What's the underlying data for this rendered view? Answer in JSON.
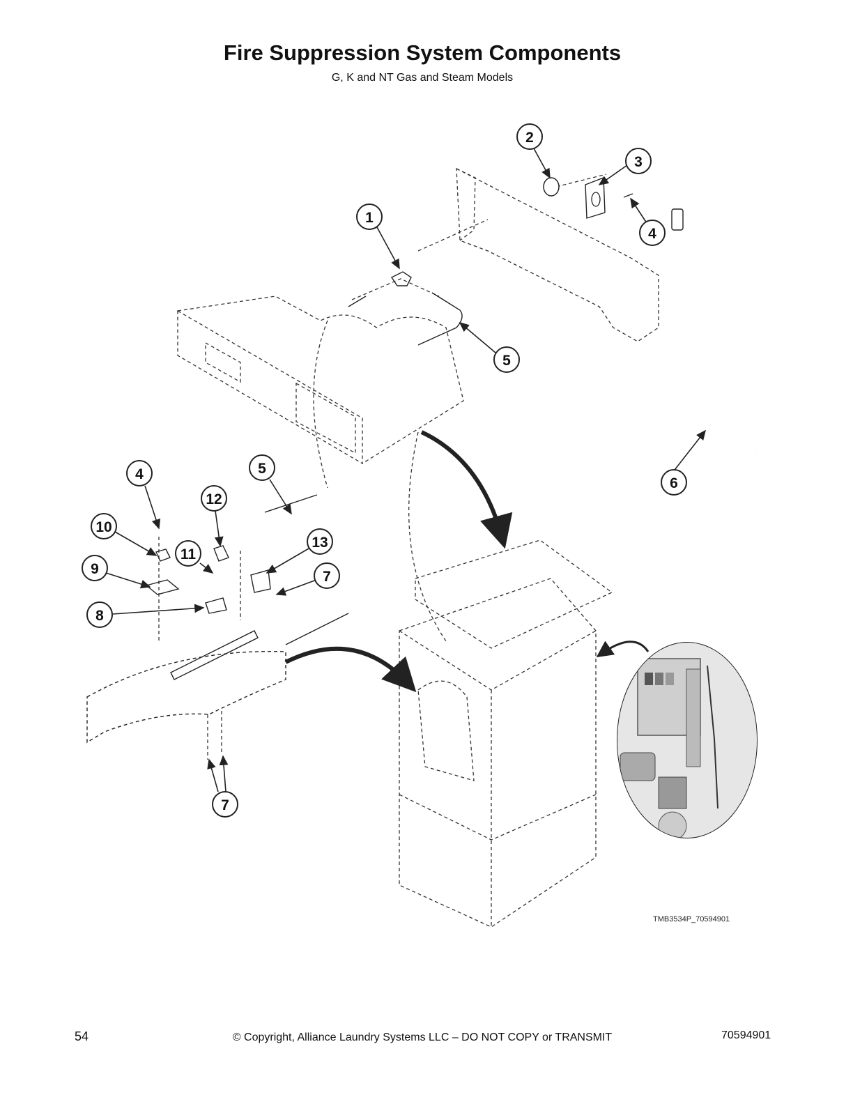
{
  "header": {
    "title": "Fire Suppression System Components",
    "subtitle": "G, K and NT Gas and Steam Models"
  },
  "callouts": [
    {
      "id": "c1",
      "label": "1"
    },
    {
      "id": "c2",
      "label": "2"
    },
    {
      "id": "c3",
      "label": "3"
    },
    {
      "id": "c4a",
      "label": "4"
    },
    {
      "id": "c5a",
      "label": "5"
    },
    {
      "id": "c6",
      "label": "6"
    },
    {
      "id": "c4b",
      "label": "4"
    },
    {
      "id": "c5b",
      "label": "5"
    },
    {
      "id": "c12",
      "label": "12"
    },
    {
      "id": "c10",
      "label": "10"
    },
    {
      "id": "c11",
      "label": "11"
    },
    {
      "id": "c13",
      "label": "13"
    },
    {
      "id": "c9",
      "label": "9"
    },
    {
      "id": "c7a",
      "label": "7"
    },
    {
      "id": "c8",
      "label": "8"
    },
    {
      "id": "c7b",
      "label": "7"
    }
  ],
  "drawing_id": "TMB3534P_70594901",
  "footer": {
    "page_number": "54",
    "copyright": "© Copyright, Alliance Laundry Systems LLC – DO NOT COPY or TRANSMIT",
    "doc_number": "70594901"
  }
}
